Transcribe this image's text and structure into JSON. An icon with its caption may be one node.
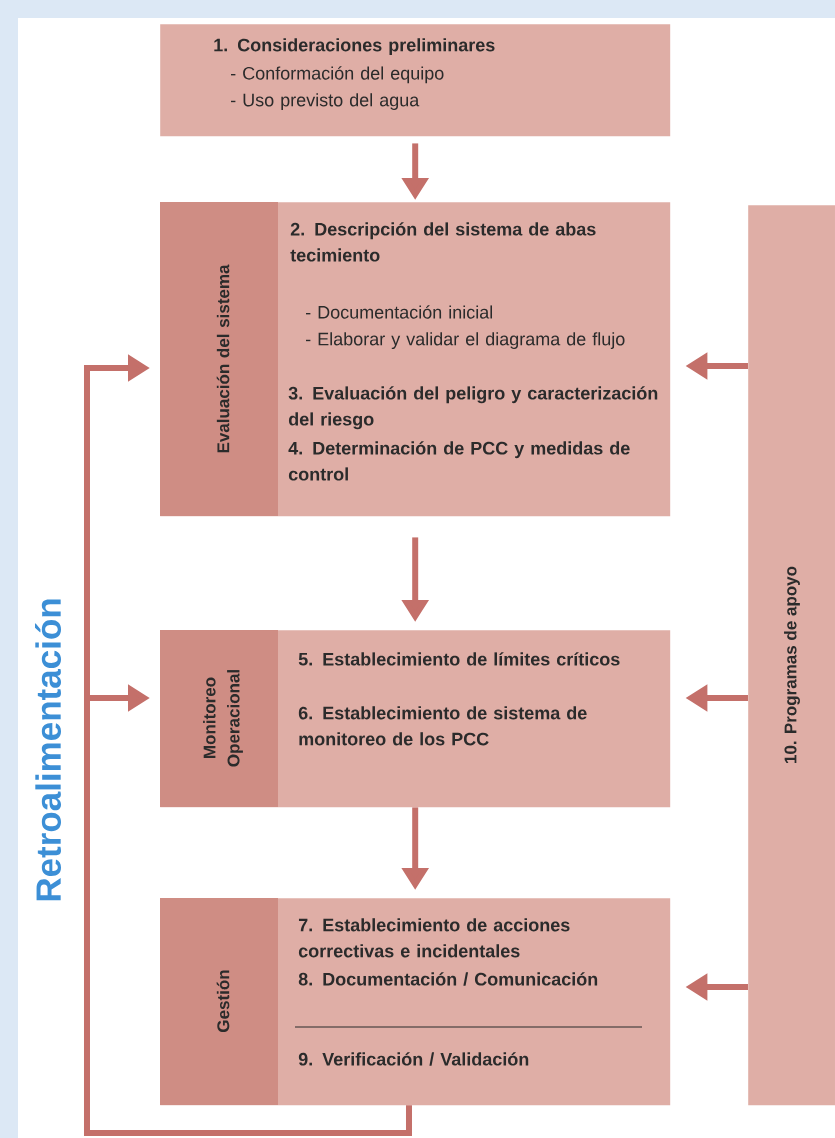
{
  "diagram": {
    "nodes": [
      {
        "text": [
          "1. Consideraciones preliminares",
          "- Conformación del equipo",
          "- Uso previsto del agua"
        ]
      },
      {
        "text": [
          "Evaluación del sistema",
          "2. Descripción del sistema de abas tecimiento",
          "- Documentación inicial",
          "- Elaborar y validar el diagrama de flujo",
          "3. Evaluación del peligro y caracterización del riesgo",
          "4. Determinación de PCC y medidas de control"
        ]
      },
      {
        "text": [
          "Monitoreo Operacional",
          "5. Establecimiento de límites críticos",
          "6. Establecimiento de sistema de monitoreo de los PCC"
        ]
      },
      {
        "text": [
          "Gestión",
          "7. Establecimiento de acciones correctivas e incidentales",
          "8. Documentación / Comunicación",
          "9. Verificación / Validación"
        ]
      },
      {
        "text": [
          "10. Programas de apoyo"
        ]
      }
    ],
    "edges": [
      {
        "from": 0,
        "to": 1,
        "arrow": "to"
      },
      {
        "from": 1,
        "to": 2,
        "arrow": "to"
      },
      {
        "from": 2,
        "to": 3,
        "arrow": "to"
      },
      {
        "from": 3,
        "to": 1,
        "arrow": "to"
      },
      {
        "from": 3,
        "to": 2,
        "arrow": "to"
      },
      {
        "from": 4,
        "to": 1,
        "arrow": "to"
      },
      {
        "from": 4,
        "to": 2,
        "arrow": "to"
      },
      {
        "from": 4,
        "to": 3,
        "arrow": "to"
      }
    ],
    "labels": [
      "Retroalimentación"
    ]
  }
}
